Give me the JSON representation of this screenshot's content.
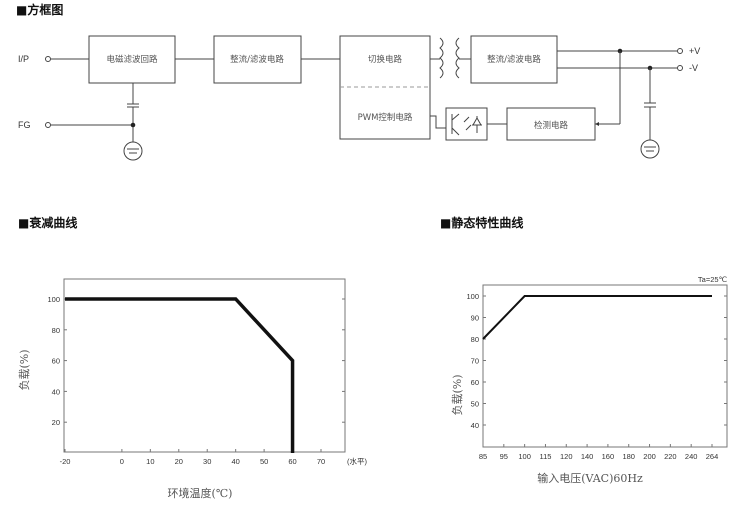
{
  "block_diagram": {
    "title": "■方框图",
    "inputs": {
      "ip": "I/P",
      "fg": "FG"
    },
    "outputs": {
      "pos": "+V",
      "neg": "-V"
    },
    "blocks": {
      "emi_filter": "电磁滤波回路",
      "rect_filter_in": "整流/滤波电路",
      "switching": "切换电路",
      "pwm": "PWM控制电路",
      "rect_filter_out": "整流/滤波电路",
      "detection": "检测电路"
    }
  },
  "chart_data": [
    {
      "type": "line",
      "title": "■衰减曲线",
      "xlabel": "环境温度(℃)",
      "ylabel": "负载(%)",
      "x_unit_note": "(水平)",
      "xticks": [
        "-20",
        "0",
        "10",
        "20",
        "30",
        "40",
        "50",
        "60",
        "70"
      ],
      "xtick_values": [
        -20,
        0,
        10,
        20,
        30,
        40,
        50,
        60,
        70
      ],
      "yticks": [
        "100",
        "80",
        "60",
        "40",
        "20"
      ],
      "ytick_values": [
        100,
        80,
        60,
        40,
        20
      ],
      "xlim": [
        -20,
        78
      ],
      "ylim": [
        0,
        112
      ],
      "series": [
        {
          "name": "derating",
          "x": [
            -20,
            40,
            60,
            60
          ],
          "y": [
            100,
            100,
            60,
            0
          ]
        }
      ],
      "grid": false
    },
    {
      "type": "line",
      "title": "■静态特性曲线",
      "annotation": "Ta=25℃",
      "xlabel": "输入电压(VAC)60Hz",
      "ylabel": "负载(%)",
      "xticks": [
        "85",
        "95",
        "100",
        "115",
        "120",
        "140",
        "160",
        "180",
        "200",
        "220",
        "240",
        "264"
      ],
      "yticks": [
        "100",
        "90",
        "80",
        "70",
        "60",
        "50",
        "40"
      ],
      "ytick_values": [
        100,
        90,
        80,
        70,
        60,
        50,
        40
      ],
      "ylim": [
        30,
        105
      ],
      "series": [
        {
          "name": "static",
          "x": [
            "85",
            "100",
            "264"
          ],
          "y": [
            80,
            100,
            100
          ]
        }
      ],
      "grid": false
    }
  ]
}
